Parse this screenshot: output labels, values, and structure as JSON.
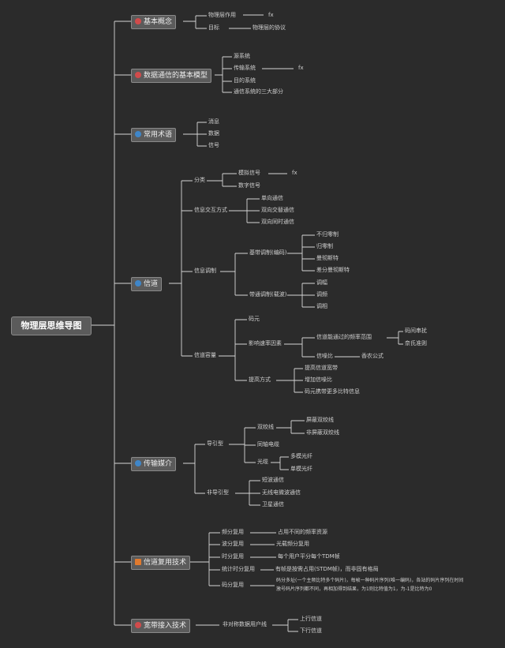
{
  "root": "物理层思维导图",
  "colors": {
    "background": "#2b2b2b",
    "line": "#d6d6d6",
    "node_fill": "#5b5b5b",
    "node_border": "#8a8a8a",
    "icon_red": "#d14b4b",
    "icon_blue": "#3f86c9",
    "icon_orange": "#e07a2e"
  },
  "branches": {
    "b1": {
      "label": "基本概念",
      "icon": "red-circle-icon"
    },
    "b2": {
      "label": "数据通信的基本模型",
      "icon": "red-circle-icon"
    },
    "b3": {
      "label": "常用术语",
      "icon": "blue-circle-icon"
    },
    "b4": {
      "label": "信道",
      "icon": "blue-circle-icon"
    },
    "b5": {
      "label": "传输媒介",
      "icon": "blue-circle-icon"
    },
    "b6": {
      "label": "信道复用技术",
      "icon": "orange-star-icon"
    },
    "b7": {
      "label": "宽带接入技术",
      "icon": "red-circle-icon"
    }
  },
  "n": {
    "b1a": "物理层作用",
    "b1a1": "fx",
    "b1b": "目标",
    "b1b1": "物理层的协议",
    "b2a": "源系统",
    "b2b": "传输系统",
    "b2b1": "fx",
    "b2c": "目的系统",
    "b2d": "通信系统的三大部分",
    "b3a": "消息",
    "b3b": "数据",
    "b3c": "信号",
    "b4a": "分类",
    "b4a1": "模拟信号",
    "b4a11": "fx",
    "b4a2": "数字信号",
    "b4b": "信息交互方式",
    "b4b1": "单向通信",
    "b4b2": "双向交替通信",
    "b4b3": "双向同时通信",
    "b4c": "信息调制",
    "b4c1": "基带调制(编码)",
    "b4c11": "不归零制",
    "b4c12": "归零制",
    "b4c13": "曼彻斯特",
    "b4c14": "差分曼彻斯特",
    "b4c2": "带通调制(载波)",
    "b4c21": "调幅",
    "b4c22": "调频",
    "b4c23": "调相",
    "b4d": "信道容量",
    "b4d1": "码元",
    "b4d2": "影响速率因素",
    "b4d21": "信道能通过的频率范围",
    "b4d211": "码间串扰",
    "b4d212": "奈氏准则",
    "b4d22": "信噪比",
    "b4d221": "香农公式",
    "b4d3": "提高方式",
    "b4d31": "提高信道宽带",
    "b4d32": "增加信噪比",
    "b4d33": "码元携带更多比特信息",
    "b5a": "导引型",
    "b5a1": "双绞线",
    "b5a11": "屏蔽双绞线",
    "b5a12": "非屏蔽双绞线",
    "b5a2": "同轴电缆",
    "b5a3": "光缆",
    "b5a31": "多模光纤",
    "b5a32": "单模光纤",
    "b5b": "非导引型",
    "b5b1": "短波通信",
    "b5b2": "无线电微波通信",
    "b5b3": "卫星通信",
    "b6a": "频分复用",
    "b6a1": "占用不同的频率资源",
    "b6b": "波分复用",
    "b6b1": "光载频分复用",
    "b6c": "时分复用",
    "b6c1": "每个用户平分每个TDM帧",
    "b6d": "统计时分复用",
    "b6d1": "有帧是按需占用(STDM帧)，而非固有格局",
    "b6e": "码分复用",
    "b6e1": "码分多址(一个主频比特多个码片)，每帧一种码片序列(唯一编码)，各站的码片序列在时间",
    "b6e2": "激号码片序列都不同，再相加得到结果，为1则比特值为1，为-1是比特为0",
    "b7a": "非对称数据用户线",
    "b7a1": "上行信道",
    "b7a2": "下行信道"
  }
}
